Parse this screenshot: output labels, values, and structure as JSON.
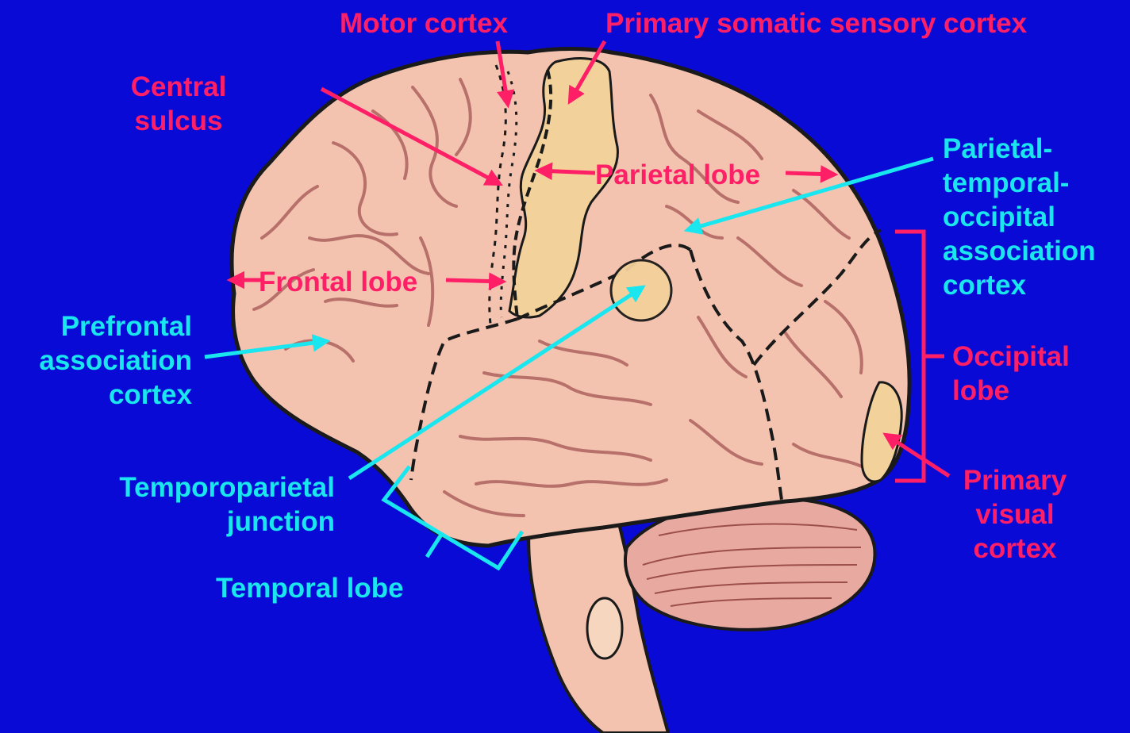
{
  "colors": {
    "background": "#0A0AD6",
    "brain_label": "#FF1F66",
    "association_label": "#19E6EE",
    "cortex_tissue": "#F3C3B0",
    "highlight_area": "#F3D19A",
    "outline": "#1A1A1A"
  },
  "labels": {
    "motor_cortex": "Motor cortex",
    "primary_somatic_sensory_cortex": "Primary somatic sensory cortex",
    "central_sulcus": [
      "Central",
      "sulcus"
    ],
    "parietal_lobe": "Parietal lobe",
    "parietal_temporal_occipital_association_cortex": [
      "Parietal-",
      "temporal-",
      "occipital",
      "association",
      "cortex"
    ],
    "frontal_lobe": "Frontal lobe",
    "prefrontal_association_cortex": [
      "Prefrontal",
      "association",
      "cortex"
    ],
    "occipital_lobe": [
      "Occipital",
      "lobe"
    ],
    "temporoparietal_junction": [
      "Temporoparietal",
      "junction"
    ],
    "primary_visual_cortex": [
      "Primary",
      "visual",
      "cortex"
    ],
    "temporal_lobe": "Temporal lobe"
  }
}
